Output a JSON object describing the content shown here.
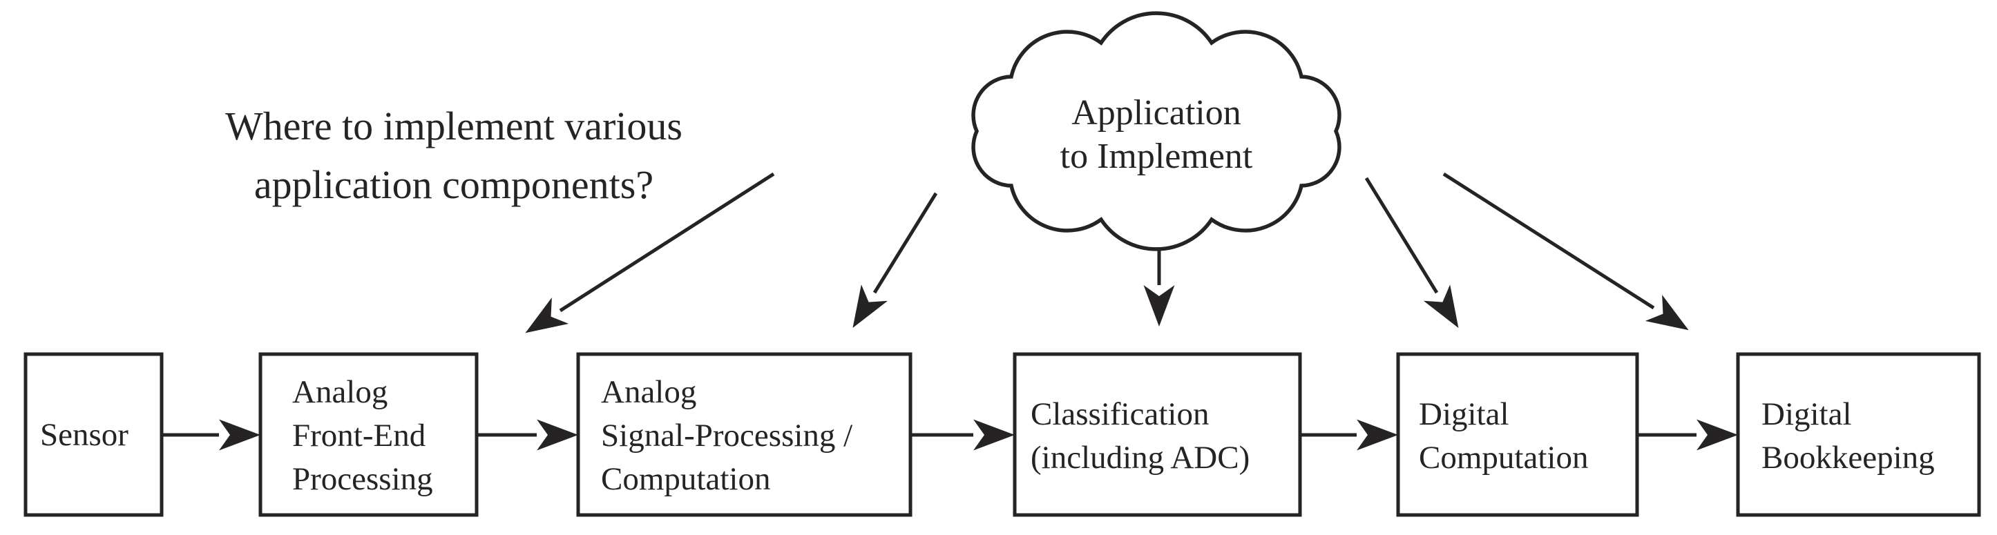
{
  "diagram": {
    "question_label": {
      "lines": [
        "Where to implement various",
        "application components?"
      ]
    },
    "cloud": {
      "lines": [
        "Application",
        "to Implement"
      ]
    },
    "pipeline": [
      {
        "id": "sensor",
        "label_lines": [
          "Sensor"
        ]
      },
      {
        "id": "analog-front-end",
        "label_lines": [
          "Analog",
          "Front-End",
          "Processing"
        ]
      },
      {
        "id": "analog-signal-processing",
        "label_lines": [
          "Analog",
          "Signal-Processing /",
          "Computation"
        ]
      },
      {
        "id": "classification",
        "label_lines": [
          "Classification",
          "(including ADC)"
        ]
      },
      {
        "id": "digital-computation",
        "label_lines": [
          "Digital",
          "Computation"
        ]
      },
      {
        "id": "digital-bookkeeping",
        "label_lines": [
          "Digital",
          "Bookkeeping"
        ]
      }
    ],
    "colors": {
      "ink": "#262324",
      "background": "#ffffff"
    }
  }
}
